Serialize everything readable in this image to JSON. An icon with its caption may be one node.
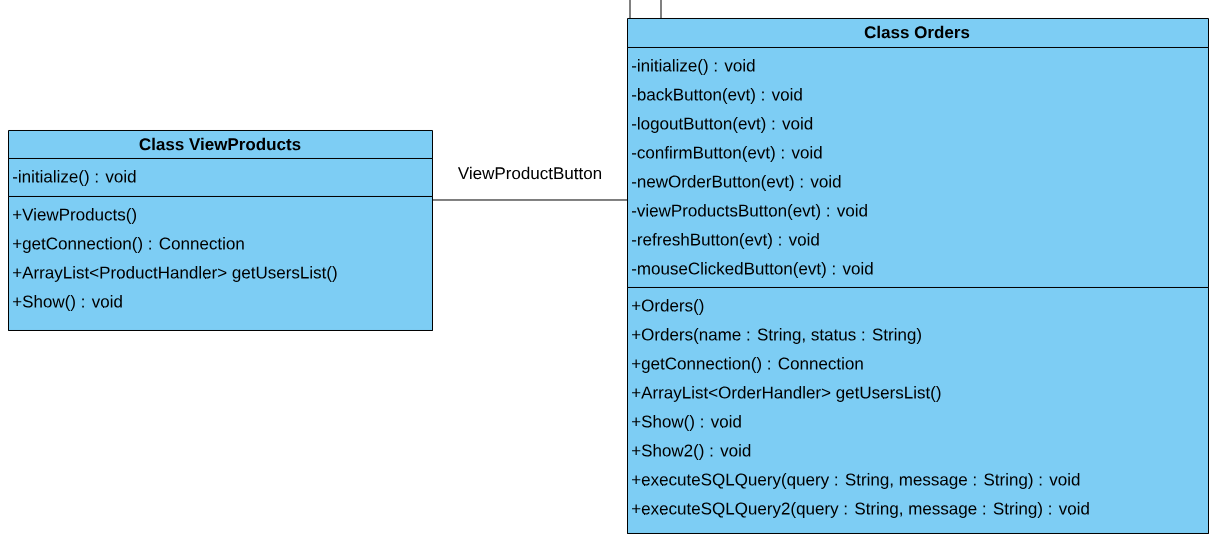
{
  "diagram": {
    "nodes": [
      {
        "text": [
          "Class ViewProducts"
        ]
      },
      {
        "text": [
          "-initialize() : void"
        ],
        "in": 0
      },
      {
        "text": [
          "+ViewProducts()",
          "+getConnection() : Connection",
          "+ArrayList<ProductHandler> getUsersList()",
          "+Show() : void"
        ],
        "in": 0
      },
      {
        "text": [
          "Class Orders"
        ]
      },
      {
        "text": [
          "-initialize() : void",
          "-backButton(evt) : void",
          "-logoutButton(evt) : void",
          "-confirmButton(evt) : void",
          "-newOrderButton(evt) : void",
          "-viewProductsButton(evt) : void",
          "-refreshButton(evt) : void",
          "-mouseClickedButton(evt) : void"
        ],
        "in": 3
      },
      {
        "text": [
          "+Orders()",
          "+Orders(name : String, status : String)",
          "+getConnection() : Connection",
          "+ArrayList<OrderHandler> getUsersList()",
          "+Show() : void",
          "+Show2() : void",
          "+executeSQLQuery(query : String, message : String) : void",
          "+executeSQLQuery2(query : String, message : String) : void"
        ],
        "in": 3
      }
    ],
    "edges": [
      {
        "from": 0,
        "to": 3,
        "arrow": "none",
        "label": "ViewProductButton"
      },
      {
        "from": null,
        "to": 3,
        "arrow": "none"
      },
      {
        "from": null,
        "to": 3,
        "arrow": "none"
      }
    ]
  }
}
